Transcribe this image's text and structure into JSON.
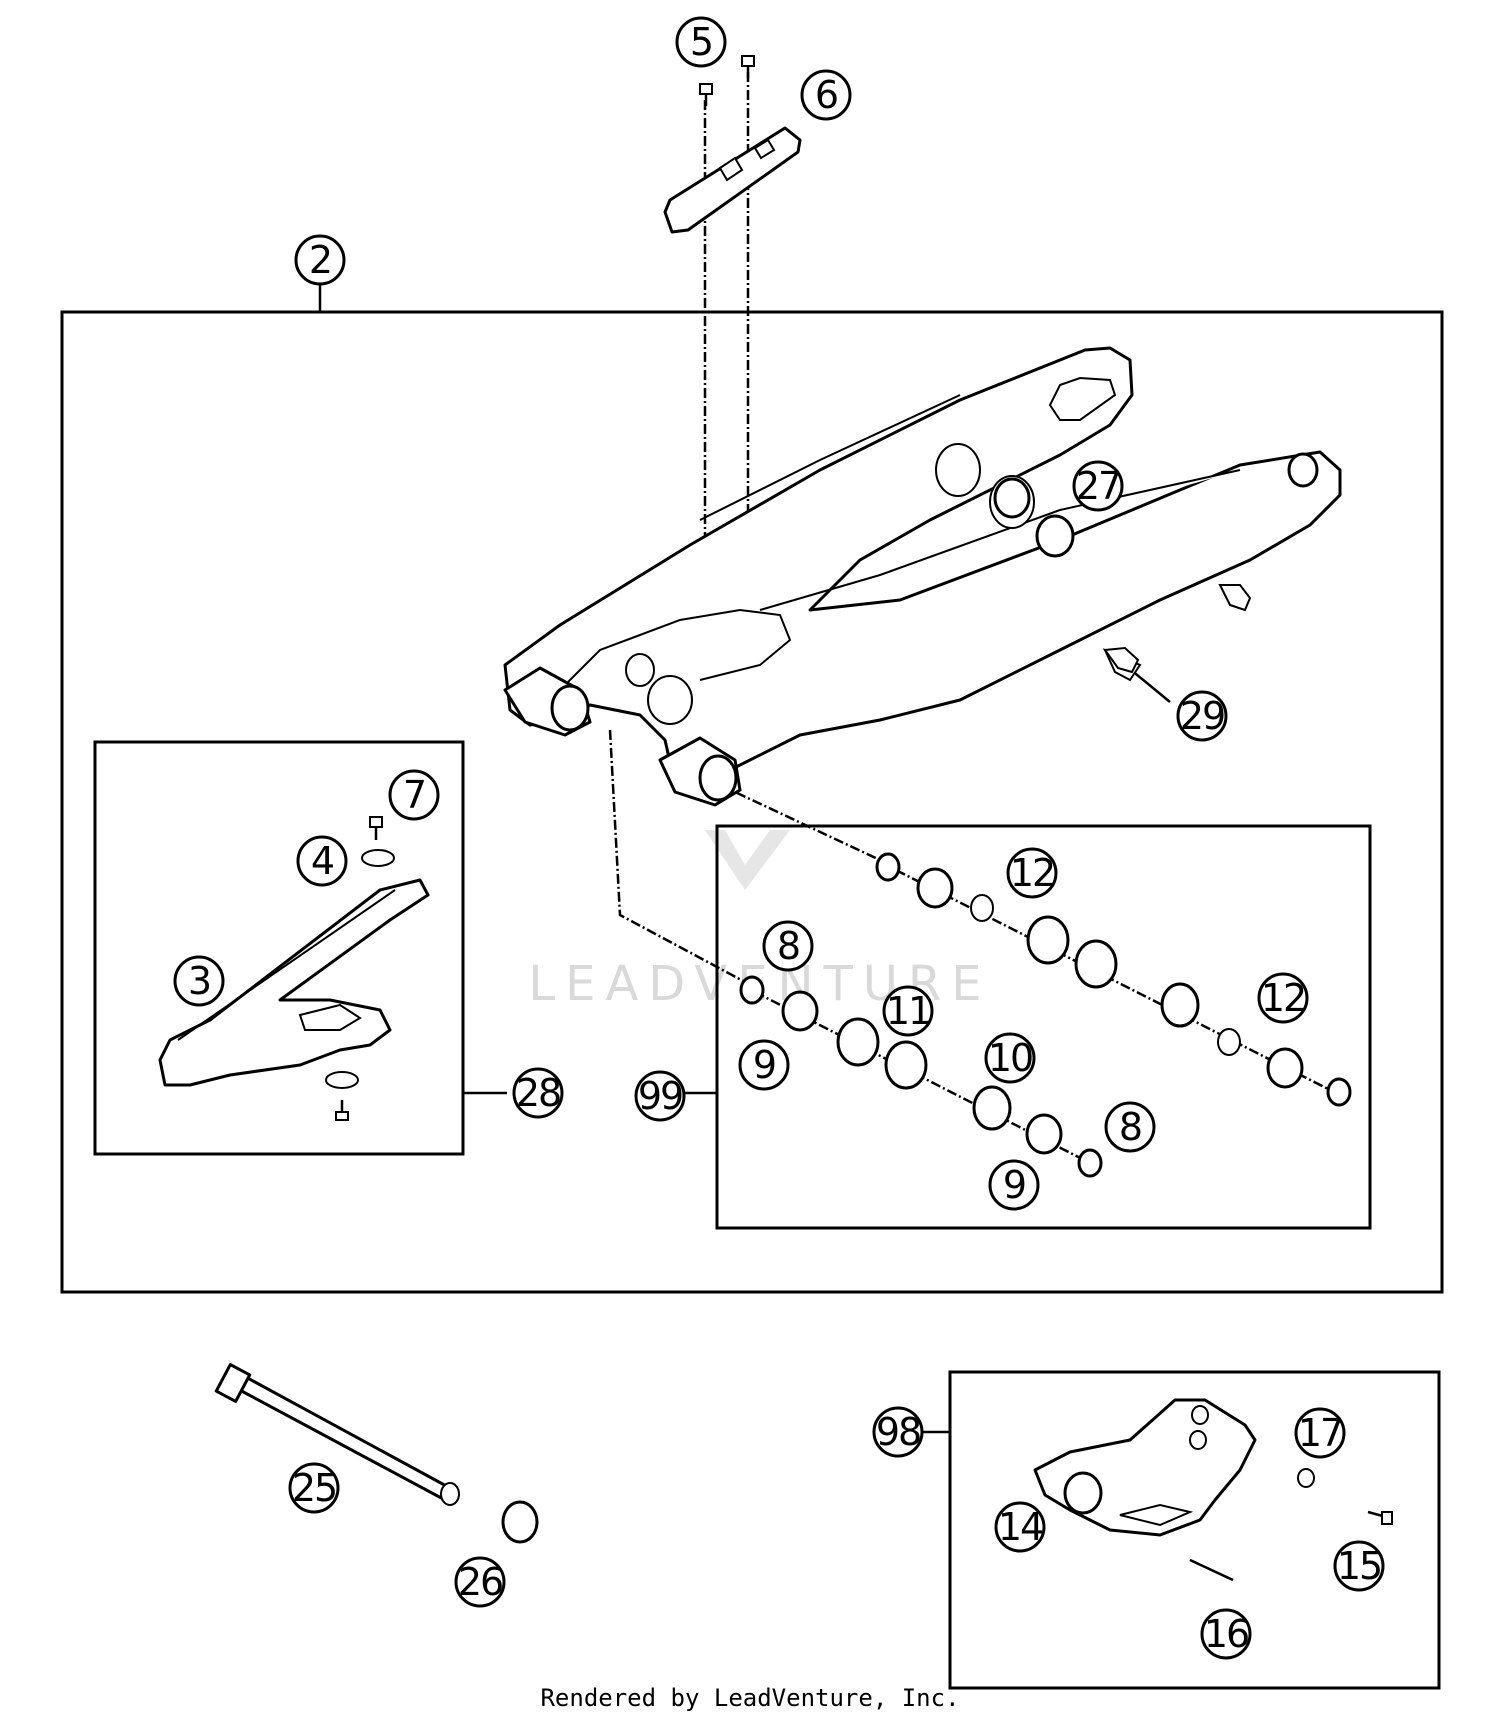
{
  "callouts": {
    "c2": "2",
    "c3": "3",
    "c4": "4",
    "c5": "5",
    "c6": "6",
    "c7": "7",
    "c8a": "8",
    "c8b": "8",
    "c9a": "9",
    "c9b": "9",
    "c10": "10",
    "c11": "11",
    "c12a": "12",
    "c12b": "12",
    "c14": "14",
    "c15": "15",
    "c16": "16",
    "c17": "17",
    "c25": "25",
    "c26": "26",
    "c27": "27",
    "c28": "28",
    "c29": "29",
    "c98": "98",
    "c99": "99"
  },
  "watermark": "LEADVENTURE",
  "footer": "Rendered by LeadVenture, Inc."
}
